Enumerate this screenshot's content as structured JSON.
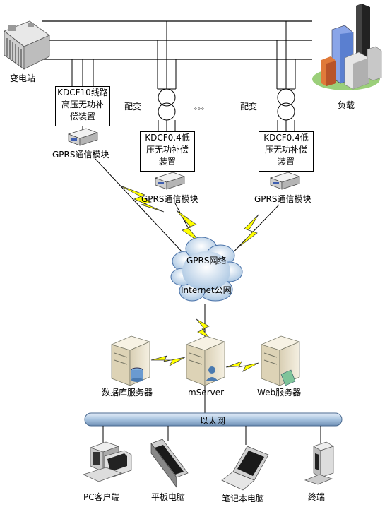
{
  "diagram": {
    "substation_label": "变电站",
    "load_label": "负载",
    "distribution_transformer_label": "配变",
    "ellipsis": "。。。",
    "hv_device": {
      "lines": [
        "KDCF10线路",
        "高压无功补",
        "偿装置"
      ]
    },
    "lv_device_1": {
      "lines": [
        "KDCF0.4低",
        "压无功补偿",
        "装置"
      ]
    },
    "lv_device_2": {
      "lines": [
        "KDCF0.4低",
        "压无功补偿",
        "装置"
      ]
    },
    "gprs_module_label": "GPRS通信模块",
    "gprs_network_label": "GPRS网络",
    "internet_label": "Internet公网",
    "servers": {
      "database": "数据库服务器",
      "mserver": "mServer",
      "web": "Web服务器"
    },
    "ethernet_label": "以太网",
    "clients": {
      "pc": "PC客户端",
      "tablet": "平板电脑",
      "laptop": "笔记本电脑",
      "terminal": "终端"
    },
    "colors": {
      "lightning": "#ffff00",
      "lightning_stroke": "#333333",
      "ethernet_bar": "#a8c4e0",
      "cloud": "#d6e6f4",
      "server_body": "#efe8d4",
      "building_blue": "#5a7fd0",
      "building_orange": "#e07a3a"
    }
  }
}
